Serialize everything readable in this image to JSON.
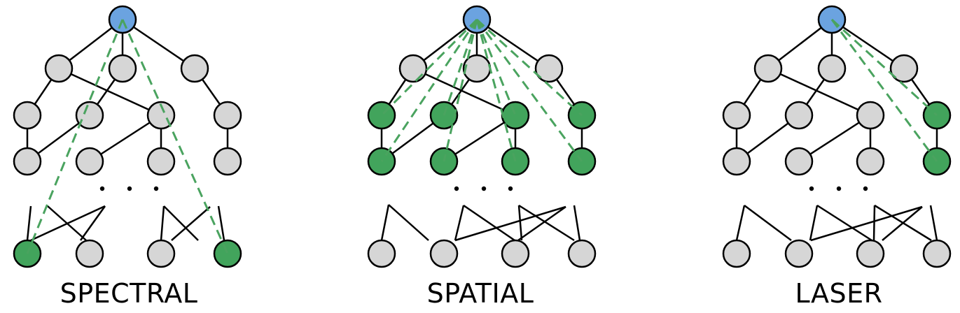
{
  "colors": {
    "root": "#6ba3e0",
    "node": "#d6d6d6",
    "selected": "#42a45c",
    "stroke": "#000000",
    "dashed": "#4aa35f"
  },
  "panels": [
    {
      "label": "SPECTRAL",
      "selected_nodes": [
        "b1",
        "b4"
      ],
      "dashed_targets": [
        "b1",
        "b4"
      ]
    },
    {
      "label": "SPATIAL",
      "selected_nodes": [
        "r2_1",
        "r2_2",
        "r2_3",
        "r2_4",
        "r3_1",
        "r3_2",
        "r3_3",
        "r3_4"
      ],
      "dashed_targets": [
        "r2_1",
        "r2_2",
        "r2_3",
        "r2_4",
        "r3_1",
        "r3_2",
        "r3_3",
        "r3_4"
      ]
    },
    {
      "label": "LASER",
      "selected_nodes": [
        "r2_4",
        "r3_4"
      ],
      "dashed_targets": [
        "r2_4",
        "r3_4"
      ]
    }
  ],
  "ellipsis": "· · ·"
}
